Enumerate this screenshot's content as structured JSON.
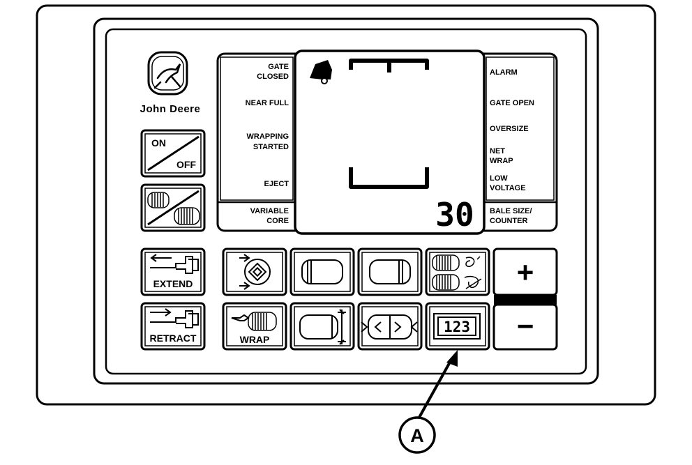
{
  "brand": {
    "name": "John Deere"
  },
  "display": {
    "left_labels": {
      "gate_closed_1": "GATE",
      "gate_closed_2": "CLOSED",
      "near_full": "NEAR FULL",
      "wrapping_started_1": "WRAPPING",
      "wrapping_started_2": "STARTED",
      "eject": "EJECT",
      "variable_core_1": "VARIABLE",
      "variable_core_2": "CORE"
    },
    "right_labels": {
      "alarm": "ALARM",
      "gate_open": "GATE OPEN",
      "oversize": "OVERSIZE",
      "net_wrap_1": "NET",
      "net_wrap_2": "WRAP",
      "low_voltage_1": "LOW",
      "low_voltage_2": "VOLTAGE",
      "bale_size_counter_1": "BALE SIZE/",
      "bale_size_counter_2": "COUNTER"
    },
    "readout": "30"
  },
  "buttons": {
    "on_off": {
      "on": "ON",
      "off": "OFF"
    },
    "extend": "EXTEND",
    "retract": "RETRACT",
    "wrap": "WRAP",
    "counter_digits": "123",
    "plus": "+",
    "minus": "−"
  },
  "callout": {
    "label": "A"
  },
  "colors": {
    "line": "#000000",
    "background": "#ffffff"
  }
}
